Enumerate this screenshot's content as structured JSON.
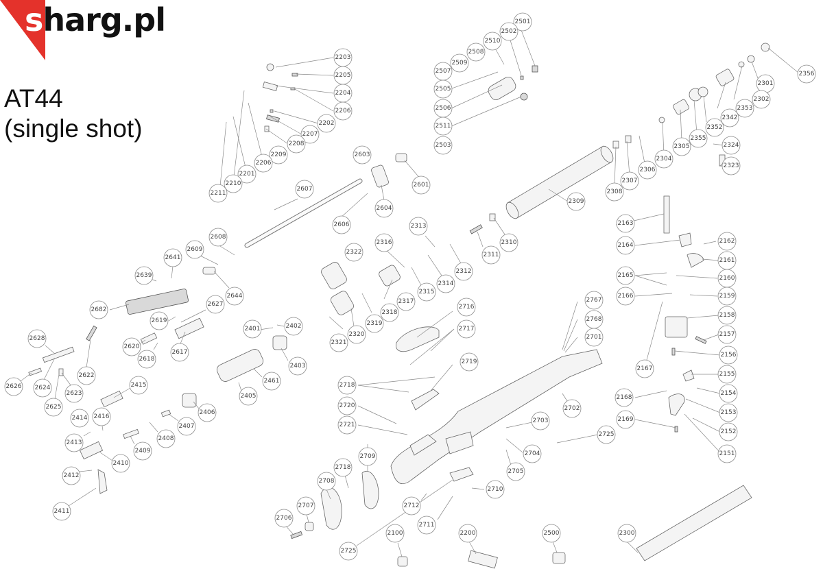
{
  "brand": {
    "logo_s": "s",
    "logo_rest": "harg.pl",
    "accent": "#e4322b"
  },
  "model": {
    "line1": "AT44",
    "line2": "(single shot)"
  },
  "parts": [
    "2203",
    "2205",
    "2204",
    "2206",
    "2202",
    "2207",
    "2208",
    "2209",
    "2206",
    "2201",
    "2210",
    "2211",
    "2501",
    "2502",
    "2510",
    "2508",
    "2509",
    "2507",
    "2505",
    "2506",
    "2511",
    "2503",
    "2356",
    "2301",
    "2302",
    "2353",
    "2342",
    "2352",
    "2355",
    "2305",
    "2304",
    "2306",
    "2307",
    "2308",
    "2324",
    "2323",
    "2603",
    "2601",
    "2604",
    "2606",
    "2607",
    "2309",
    "2313",
    "2316",
    "2312",
    "2314",
    "2315",
    "2322",
    "2317",
    "2318",
    "2319",
    "2320",
    "2321",
    "2311",
    "2310",
    "2608",
    "2609",
    "2641",
    "2639",
    "2644",
    "2682",
    "2627",
    "2619",
    "2620",
    "2618",
    "2617",
    "2628",
    "2622",
    "2626",
    "2624",
    "2625",
    "2623",
    "2401",
    "2402",
    "2403",
    "2461",
    "2405",
    "2415",
    "2414",
    "2416",
    "2413",
    "2410",
    "2409",
    "2408",
    "2407",
    "2406",
    "2412",
    "2411",
    "2716",
    "2717",
    "2719",
    "2718",
    "2720",
    "2721",
    "2767",
    "2768",
    "2701",
    "2702",
    "2703",
    "2704",
    "2705",
    "2725",
    "2163",
    "2164",
    "2162",
    "2161",
    "2165",
    "2160",
    "2166",
    "2159",
    "2158",
    "2157",
    "2156",
    "2167",
    "2155",
    "2154",
    "2168",
    "2153",
    "2169",
    "2152",
    "2151",
    "2709",
    "2718",
    "2708",
    "2707",
    "2706",
    "2725",
    "2710",
    "2712",
    "2711",
    "2100",
    "2200",
    "2500",
    "2300"
  ]
}
